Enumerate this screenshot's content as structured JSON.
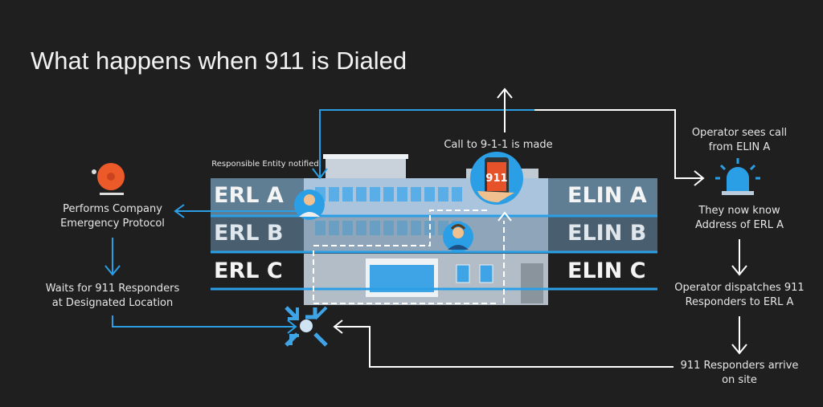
{
  "title": "What happens when 911 is Dialed",
  "labels": {
    "responsible": "Responsible Entity notified",
    "call": "Call to 9-1-1 is made",
    "performs": [
      "Performs Company",
      "Emergency Protocol"
    ],
    "waits": [
      "Waits for 911 Responders",
      "at Designated Location"
    ],
    "operator_sees": [
      "Operator sees call",
      "from ELIN A"
    ],
    "know": [
      "They now know",
      "Address of ERL A"
    ],
    "dispatch": [
      "Operator dispatches 911",
      "Responders to ERL A"
    ],
    "arrive": [
      "911 Responders arrive",
      "on site"
    ]
  },
  "erls": [
    "ERL A",
    "ERL B",
    "ERL C"
  ],
  "elins": [
    "ELIN A",
    "ELIN B",
    "ELIN C"
  ],
  "phone_text": "911",
  "colors": {
    "accent": "#2b9fe6",
    "background": "#1f1f20",
    "bell": "#ec5a2a"
  }
}
